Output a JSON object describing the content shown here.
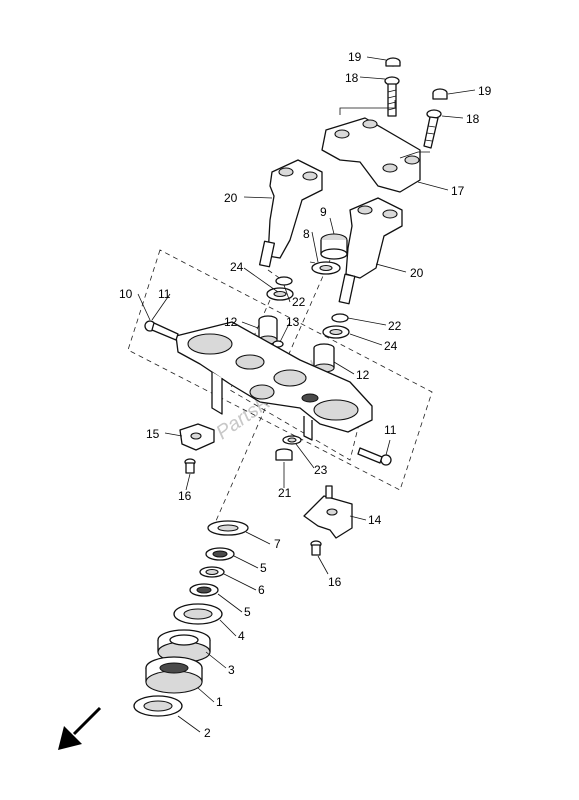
{
  "diagram": {
    "watermark": "PartsRepublik",
    "callouts": [
      {
        "id": "c1",
        "text": "1"
      },
      {
        "id": "c2",
        "text": "2"
      },
      {
        "id": "c3",
        "text": "3"
      },
      {
        "id": "c4",
        "text": "4"
      },
      {
        "id": "c5a",
        "text": "5"
      },
      {
        "id": "c5b",
        "text": "5"
      },
      {
        "id": "c6",
        "text": "6"
      },
      {
        "id": "c7",
        "text": "7"
      },
      {
        "id": "c8",
        "text": "8"
      },
      {
        "id": "c9",
        "text": "9"
      },
      {
        "id": "c10",
        "text": "10"
      },
      {
        "id": "c11a",
        "text": "11"
      },
      {
        "id": "c11b",
        "text": "11"
      },
      {
        "id": "c12a",
        "text": "12"
      },
      {
        "id": "c12b",
        "text": "12"
      },
      {
        "id": "c13",
        "text": "13"
      },
      {
        "id": "c14",
        "text": "14"
      },
      {
        "id": "c15",
        "text": "15"
      },
      {
        "id": "c16a",
        "text": "16"
      },
      {
        "id": "c16b",
        "text": "16"
      },
      {
        "id": "c17",
        "text": "17"
      },
      {
        "id": "c18a",
        "text": "18"
      },
      {
        "id": "c18b",
        "text": "18"
      },
      {
        "id": "c19a",
        "text": "19"
      },
      {
        "id": "c19b",
        "text": "19"
      },
      {
        "id": "c20a",
        "text": "20"
      },
      {
        "id": "c20b",
        "text": "20"
      },
      {
        "id": "c21",
        "text": "21"
      },
      {
        "id": "c22a",
        "text": "22"
      },
      {
        "id": "c22b",
        "text": "22"
      },
      {
        "id": "c23",
        "text": "23"
      },
      {
        "id": "c24a",
        "text": "24"
      },
      {
        "id": "c24b",
        "text": "24"
      }
    ]
  }
}
